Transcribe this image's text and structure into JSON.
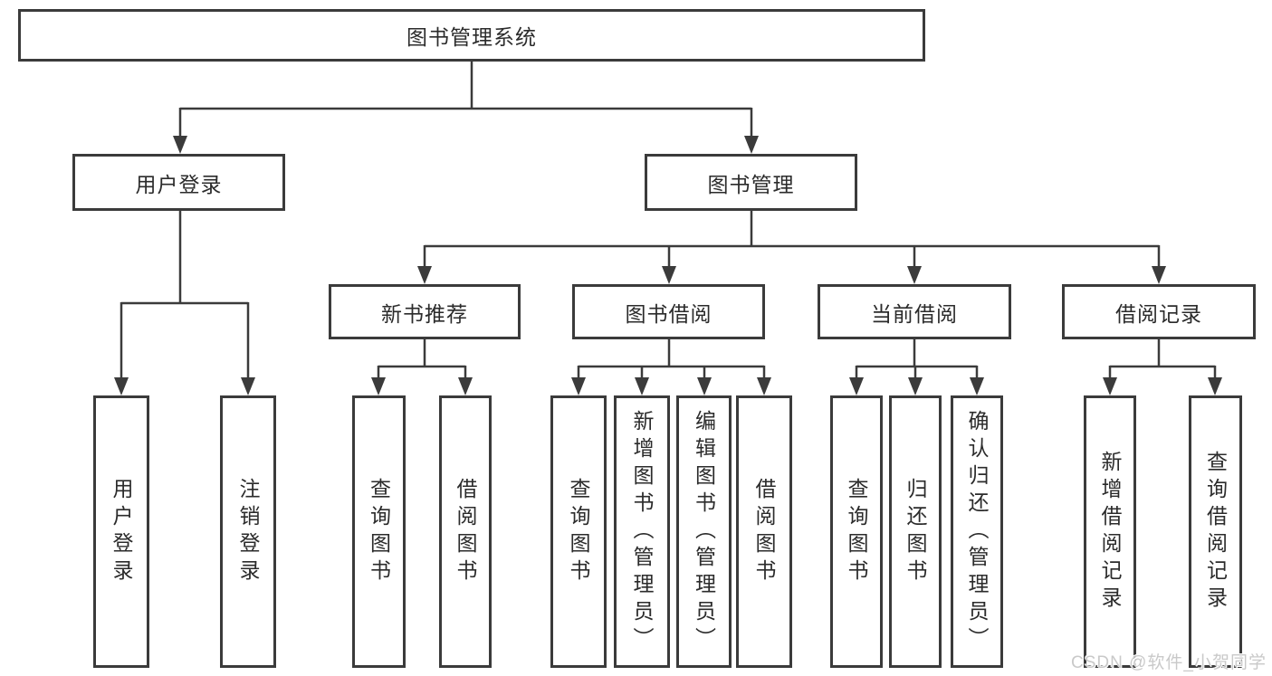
{
  "tree": {
    "root": "图书管理系统",
    "user_login": {
      "label": "用户登录",
      "children": [
        "用户登录",
        "注销登录"
      ]
    },
    "book_mgmt": {
      "label": "图书管理",
      "sections": [
        {
          "label": "新书推荐",
          "children": [
            "查询图书",
            "借阅图书"
          ]
        },
        {
          "label": "图书借阅",
          "children": [
            "查询图书",
            "新增图书（管理员）",
            "编辑图书（管理员）",
            "借阅图书"
          ]
        },
        {
          "label": "当前借阅",
          "children": [
            "查询图书",
            "归还图书",
            "确认归还（管理员）"
          ]
        },
        {
          "label": "借阅记录",
          "children": [
            "新增借阅记录",
            "查询借阅记录"
          ]
        }
      ]
    }
  },
  "watermark": "CSDN @软件_小贺同学",
  "colors": {
    "line": "#3b3b3b",
    "text": "#2b2b2b",
    "box_background": "#ffffff",
    "page_background": "#ffffff",
    "watermark": "#c9c9c9"
  }
}
